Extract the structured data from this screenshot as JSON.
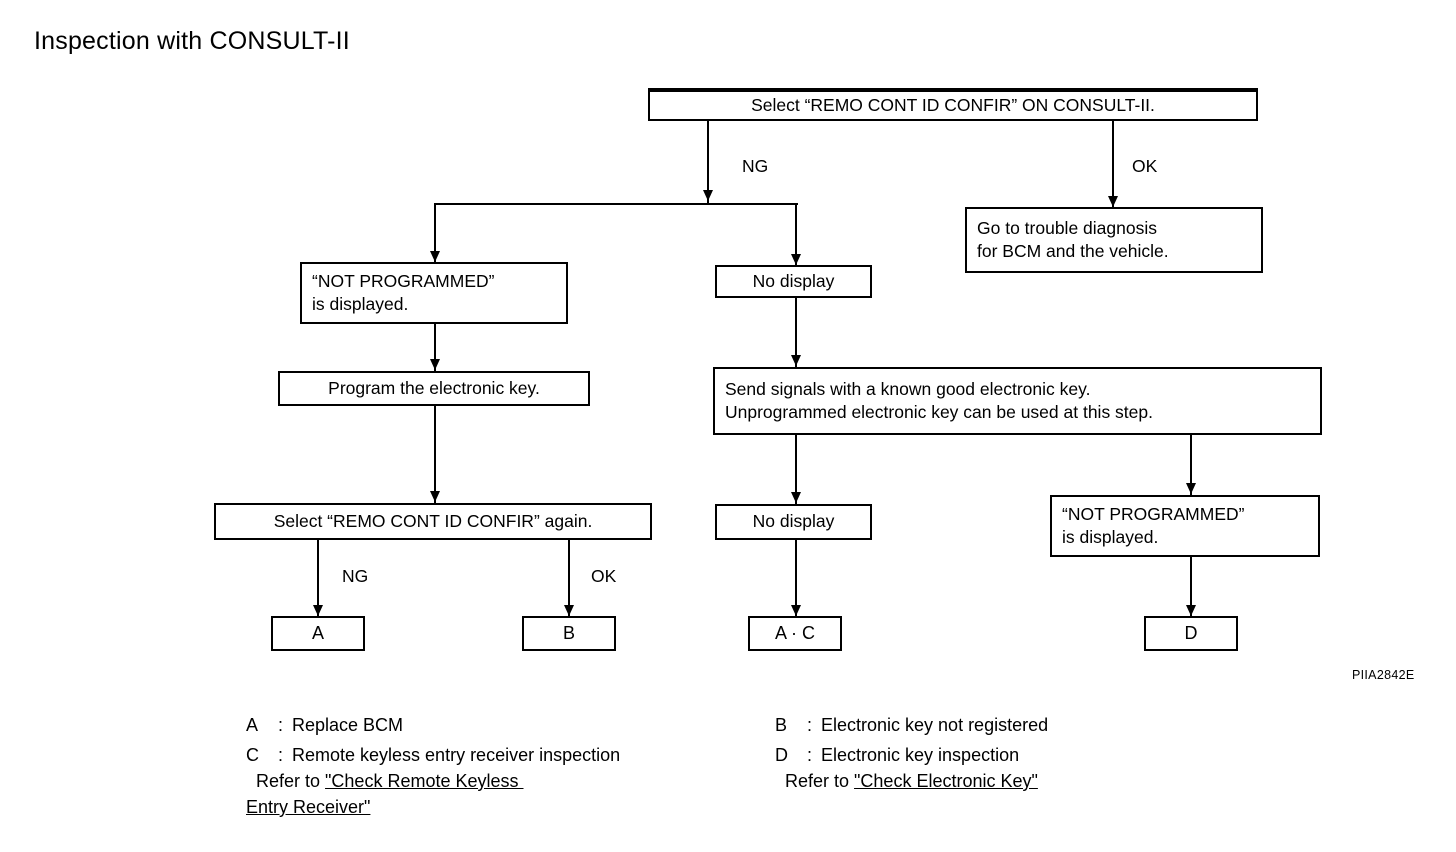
{
  "page": {
    "title": "Inspection with CONSULT-II",
    "figure_code": "PIIA2842E"
  },
  "flow": {
    "start": {
      "label": "Select “REMO CONT ID CONFIR” ON CONSULT-II."
    },
    "branch_labels": {
      "ng_top": "NG",
      "ok_top": "OK",
      "ng_retry": "NG",
      "ok_retry": "OK"
    },
    "nodes": {
      "ok_goto": {
        "line1": "Go to trouble diagnosis",
        "line2": "for BCM and the vehicle."
      },
      "not_programmed_left": {
        "line1": "“NOT PROGRAMMED”",
        "line2": "is displayed."
      },
      "no_display_top": {
        "line1": "No display"
      },
      "program_key": {
        "line1": "Program the electronic key."
      },
      "send_signals": {
        "line1": "Send signals with a known good electronic key.",
        "line2": "Unprogrammed electronic key can be used at this step."
      },
      "select_again": {
        "line1": "Select “REMO CONT ID CONFIR” again."
      },
      "no_display_bottom": {
        "line1": "No display"
      },
      "not_programmed_right": {
        "line1": "“NOT PROGRAMMED”",
        "line2": "is displayed."
      }
    },
    "terminals": {
      "a": "A",
      "b": "B",
      "ac": "A · C",
      "d": "D"
    }
  },
  "legend": {
    "left": {
      "a": {
        "key": "A",
        "sep": ":",
        "text": "Replace BCM"
      },
      "c": {
        "key": "C",
        "sep": ":",
        "text": "Remote keyless entry receiver inspection",
        "refer_prefix": "  Refer to ",
        "refer_link_line1": "\"Check Remote Keyless ",
        "refer_link_line2": "Entry Receiver\""
      }
    },
    "right": {
      "b": {
        "key": "B",
        "sep": ":",
        "text": "Electronic key not registered"
      },
      "d": {
        "key": "D",
        "sep": ":",
        "text": "Electronic key inspection",
        "refer_prefix": "  Refer to ",
        "refer_link_line1": "\"Check Electronic Key\""
      }
    }
  },
  "colors": {
    "ink": "#000000",
    "paper": "#ffffff"
  }
}
